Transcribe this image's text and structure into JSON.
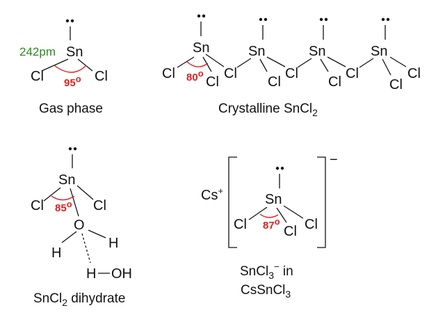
{
  "colors": {
    "angle": "#e02020",
    "bond_length": "#2a8a1e",
    "ink": "#111111"
  },
  "labels": {
    "sn": "Sn",
    "cl": "Cl",
    "o": "O",
    "h": "H",
    "h_oh_h": "H",
    "h_oh_oh": "OH",
    "cs": "Cs",
    "plus": "+",
    "minus": "−",
    "deg_o": "o"
  },
  "gas": {
    "caption": "Gas phase",
    "bond_length": "242pm",
    "angle": "95"
  },
  "crystal": {
    "caption_main": "Crystalline SnCl",
    "caption_sub": "2",
    "angle": "80"
  },
  "dihydrate": {
    "caption_a": "SnCl",
    "caption_sub": "2",
    "caption_b": " dihydrate",
    "angle": "85"
  },
  "anion": {
    "angle": "87",
    "caption_l1_a": "SnCl",
    "caption_l1_sub": "3",
    "caption_l1_sup": "−",
    "caption_l1_b": " in",
    "caption_l2_a": "CsSnCl",
    "caption_l2_sub": "3"
  }
}
